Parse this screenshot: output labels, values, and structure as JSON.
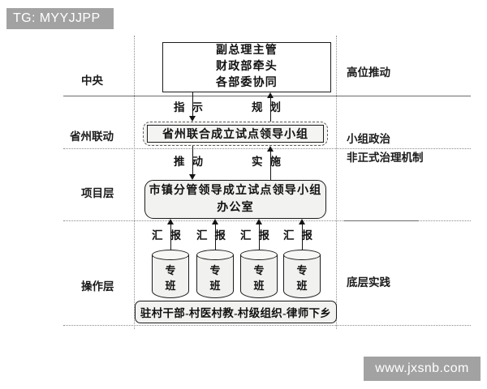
{
  "watermarks": {
    "top": "TG: MYYJJPP",
    "bottom": "www.jxsnb.com"
  },
  "tiers_left": [
    {
      "label": "中央"
    },
    {
      "label": "省州联动"
    },
    {
      "label": "项目层"
    },
    {
      "label": "操作层"
    }
  ],
  "tiers_right": [
    {
      "label": "高位推动"
    },
    {
      "label": "小组政治"
    },
    {
      "label": "非正式治理机制"
    },
    {
      "label": "底层实践"
    }
  ],
  "nodes": {
    "central": {
      "lines": [
        "副总理主管",
        "财政部牵头",
        "各部委协同"
      ]
    },
    "province": {
      "label": "省州联合成立试点领导小组"
    },
    "project": {
      "lines": [
        "市镇分管领导成立试点领导小组",
        "办公室"
      ]
    },
    "teams": [
      {
        "line1": "专",
        "line2": "班"
      },
      {
        "line1": "专",
        "line2": "班"
      },
      {
        "line1": "专",
        "line2": "班"
      },
      {
        "line1": "专",
        "line2": "班"
      }
    ],
    "bottom": {
      "label": "驻村干部-村医村教-村级组织-律师下乡"
    }
  },
  "arrow_labels": {
    "instruct": {
      "c1": "指",
      "c2": "示"
    },
    "plan": {
      "c1": "规",
      "c2": "划"
    },
    "promote": {
      "c1": "推",
      "c2": "动"
    },
    "implement": {
      "c1": "实",
      "c2": "施"
    },
    "report_1": {
      "c1": "汇",
      "c2": "报"
    },
    "report_2": {
      "c1": "汇",
      "c2": "报"
    },
    "report_3": {
      "c1": "汇",
      "c2": "报"
    },
    "report_4": {
      "c1": "汇",
      "c2": "报"
    }
  },
  "colors": {
    "line": "#1c1c1c",
    "divider": "#6b6b6b",
    "box_fill": "#f2f2f0",
    "watermark_bg": "#888888"
  }
}
